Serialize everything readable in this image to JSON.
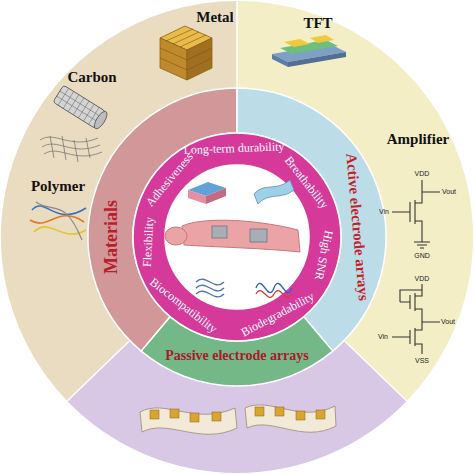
{
  "diagram": {
    "nodes": [
      {
        "text": [
          "Materials"
        ]
      },
      {
        "text": [
          "Active electrode arrays"
        ]
      },
      {
        "text": [
          "Passive electrode arrays"
        ]
      }
    ],
    "labels": [
      "Metal",
      "TFT",
      "Carbon",
      "Amplifier",
      "VDD",
      "Vout",
      "Vin",
      "GND",
      "Polymer",
      "VDD",
      "Vin",
      "Vout",
      "VSS",
      "Adhesiveness",
      "Long-term durability",
      "Breathability",
      "High SNR",
      "Biodegradability",
      "Biocompatibility",
      "Flexibility"
    ]
  }
}
